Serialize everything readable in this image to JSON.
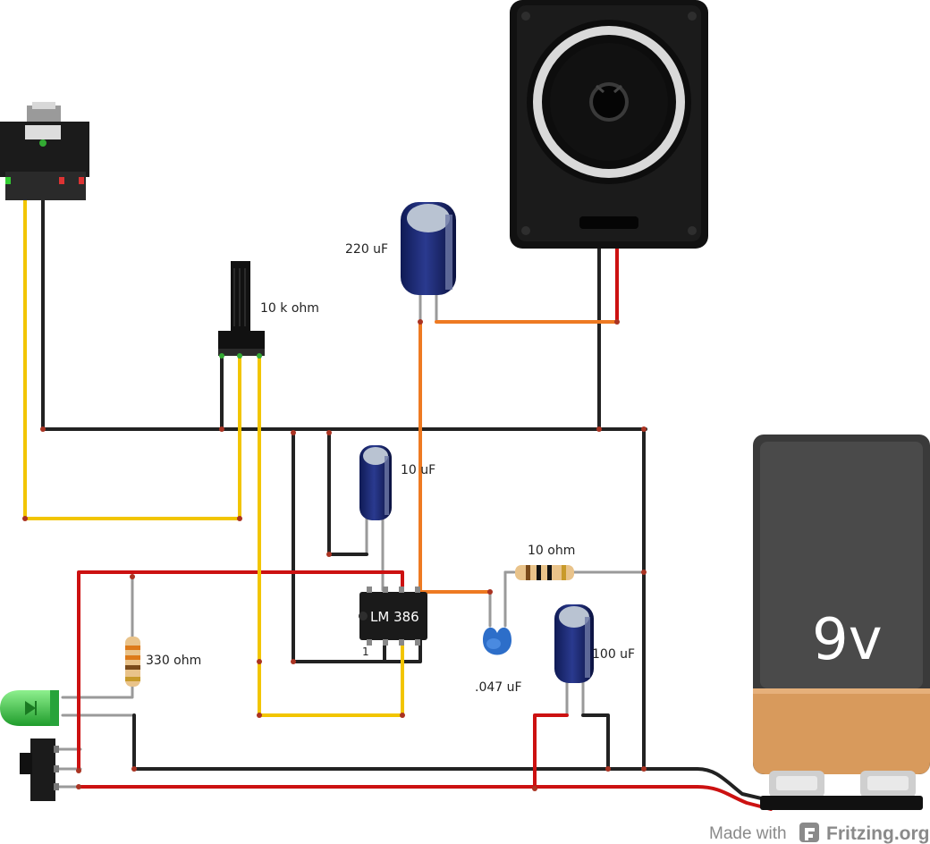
{
  "components": {
    "capacitor_220": "220 uF",
    "potentiometer": "10 k ohm",
    "capacitor_10": "10 uF",
    "resistor_10": "10 ohm",
    "chip": "LM 386",
    "pin_one": "1",
    "resistor_330": "330 ohm",
    "capacitor_ceramic": ".047 uF",
    "capacitor_100": "100 uF",
    "battery": "9v"
  },
  "footer": {
    "made_with": "Made with",
    "brand": "Fritzing.org",
    "logo_icon": "fritzing-logo-icon"
  },
  "colors": {
    "wire_black": "#222222",
    "wire_red": "#cc1111",
    "wire_yellow": "#f2c500",
    "wire_orange": "#ee7a22",
    "wire_gray": "#9a9a9a"
  }
}
